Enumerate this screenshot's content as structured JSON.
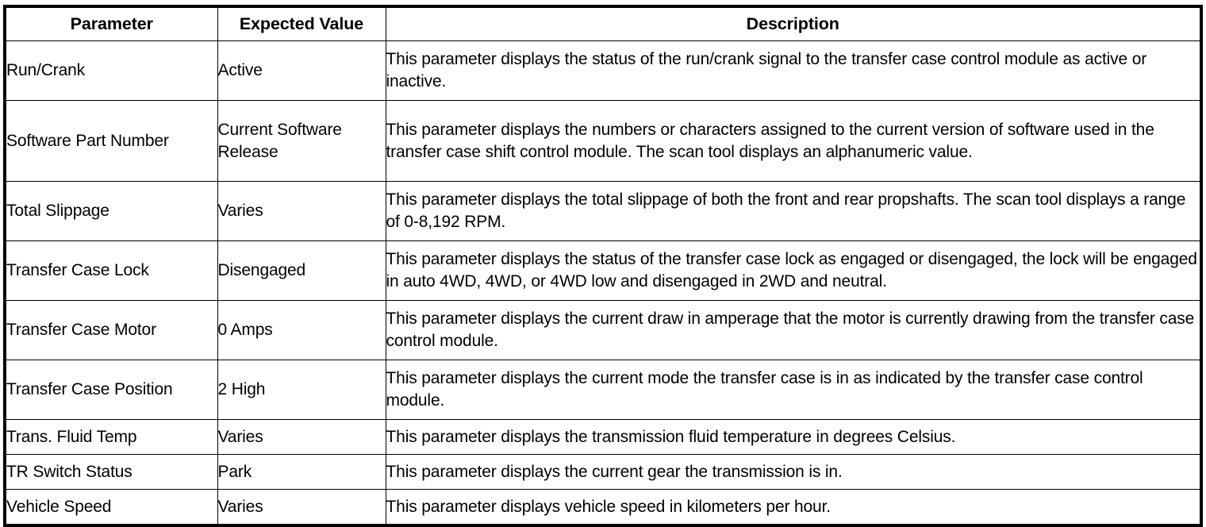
{
  "table": {
    "columns": [
      {
        "key": "parameter",
        "label": "Parameter"
      },
      {
        "key": "expected",
        "label": "Expected Value"
      },
      {
        "key": "description",
        "label": "Description"
      }
    ],
    "rows": [
      {
        "parameter": "Run/Crank",
        "expected": "Active",
        "description": "This parameter displays the status of the run/crank signal to the transfer case control module as active or inactive."
      },
      {
        "parameter": "Software Part Number",
        "expected": "Current Software Release",
        "description": "This parameter displays the numbers or characters assigned to the current version of software used in the transfer case shift control module. The scan tool displays an alphanumeric value."
      },
      {
        "parameter": "Total Slippage",
        "expected": "Varies",
        "description": "This parameter displays the total slippage of both the front and rear propshafts. The scan tool displays a range of 0-8,192 RPM."
      },
      {
        "parameter": "Transfer Case Lock",
        "expected": "Disengaged",
        "description": "This parameter displays the status of the transfer case lock as engaged or disengaged, the lock will be engaged in auto 4WD, 4WD, or 4WD low and disengaged in 2WD and neutral."
      },
      {
        "parameter": "Transfer Case Motor",
        "expected": "0 Amps",
        "description": "This parameter displays the current draw in amperage that the motor is currently drawing from the transfer case control module."
      },
      {
        "parameter": "Transfer Case Position",
        "expected": "2 High",
        "description": "This parameter displays the current mode the transfer case is in as indicated by the transfer case control module."
      },
      {
        "parameter": "Trans. Fluid Temp",
        "expected": "Varies",
        "description": "This parameter displays the transmission fluid temperature in degrees Celsius."
      },
      {
        "parameter": "TR Switch Status",
        "expected": "Park",
        "description": "This parameter displays the current gear the transmission is in."
      },
      {
        "parameter": "Vehicle Speed",
        "expected": "Varies",
        "description": "This parameter displays vehicle speed in kilometers per hour."
      }
    ]
  },
  "colors": {
    "border": "#000000",
    "text": "#000000",
    "background": "#ffffff"
  }
}
